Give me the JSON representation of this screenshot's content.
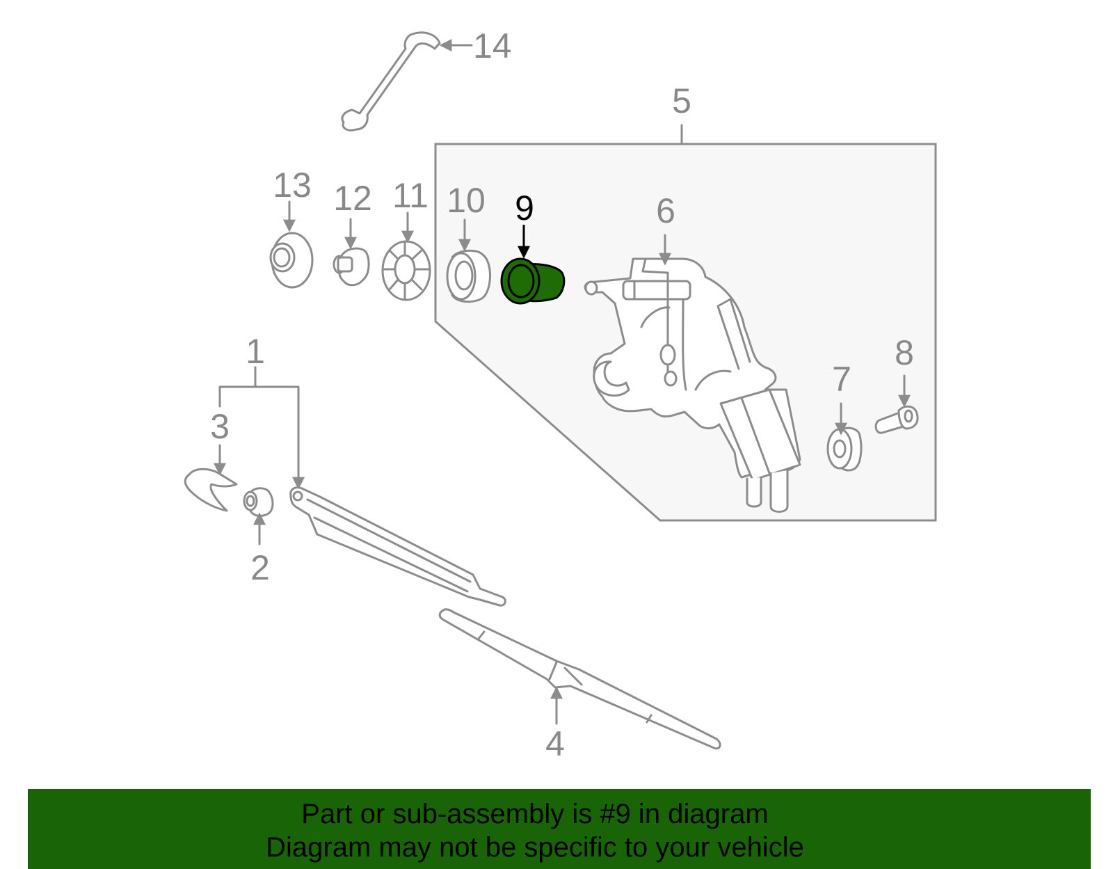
{
  "diagram": {
    "highlight_color": "#1f6b06",
    "banner_color": "#1a6408",
    "assembly_label": "5",
    "labels": {
      "p1": "1",
      "p2": "2",
      "p3": "3",
      "p4": "4",
      "p6": "6",
      "p7": "7",
      "p8": "8",
      "p9": "9",
      "p10": "10",
      "p11": "11",
      "p12": "12",
      "p13": "13",
      "p14": "14"
    },
    "highlighted_part": "9"
  },
  "banner": {
    "line1": "Part or sub-assembly is #9 in diagram",
    "line2": "Diagram may not be specific to your vehicle"
  }
}
